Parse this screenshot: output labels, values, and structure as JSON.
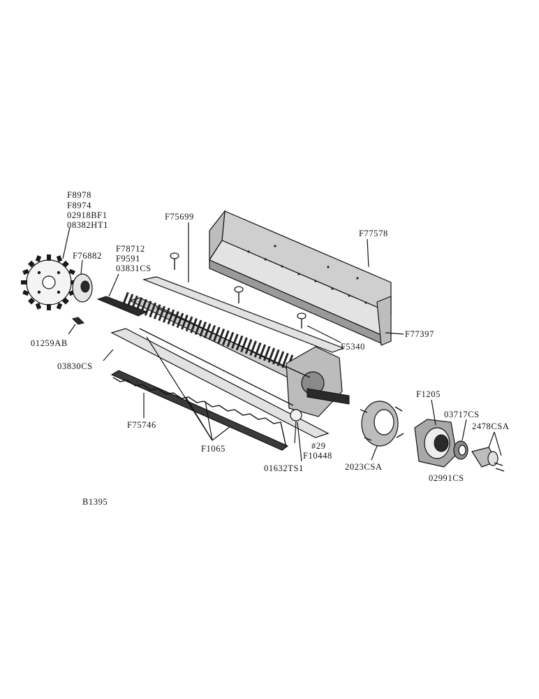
{
  "figure_id": "B1395",
  "labels": {
    "sprocket_stack": [
      "F8978",
      "F8974",
      "02918BF1",
      "08382HT1"
    ],
    "f76882": "F76882",
    "hardware_stack": [
      "F78712",
      "F9591",
      "03831CS"
    ],
    "key": "01259AB",
    "bar_left": "03830CS",
    "bar_top": "F75699",
    "cover_top": "F77578",
    "cover_end": "F77397",
    "bolt": "F5340",
    "serrated_bar": "F75746",
    "bars_group": "F1065",
    "num29": "#29",
    "f10448": "F10448",
    "bearing": "01632TS1",
    "flange_plate": "2023CSA",
    "housing": "F1205",
    "seal": "03717CS",
    "collar": "2478CSA",
    "cap": "02991CS"
  }
}
